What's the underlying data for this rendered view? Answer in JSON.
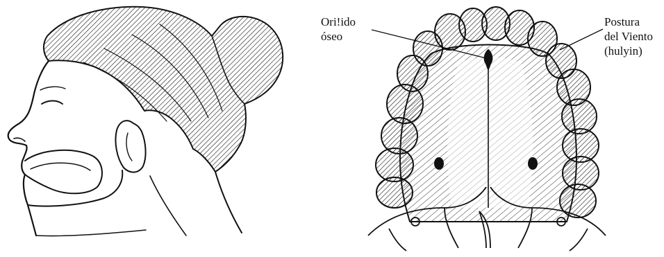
{
  "labels": {
    "orificio": {
      "line1": "Ori!ido",
      "line2": "óseo"
    },
    "postura": {
      "line1": "Postura",
      "line2": "del Viento",
      "line3": "(hulyin)"
    }
  },
  "colors": {
    "ink": "#111111",
    "background": "#ffffff"
  }
}
